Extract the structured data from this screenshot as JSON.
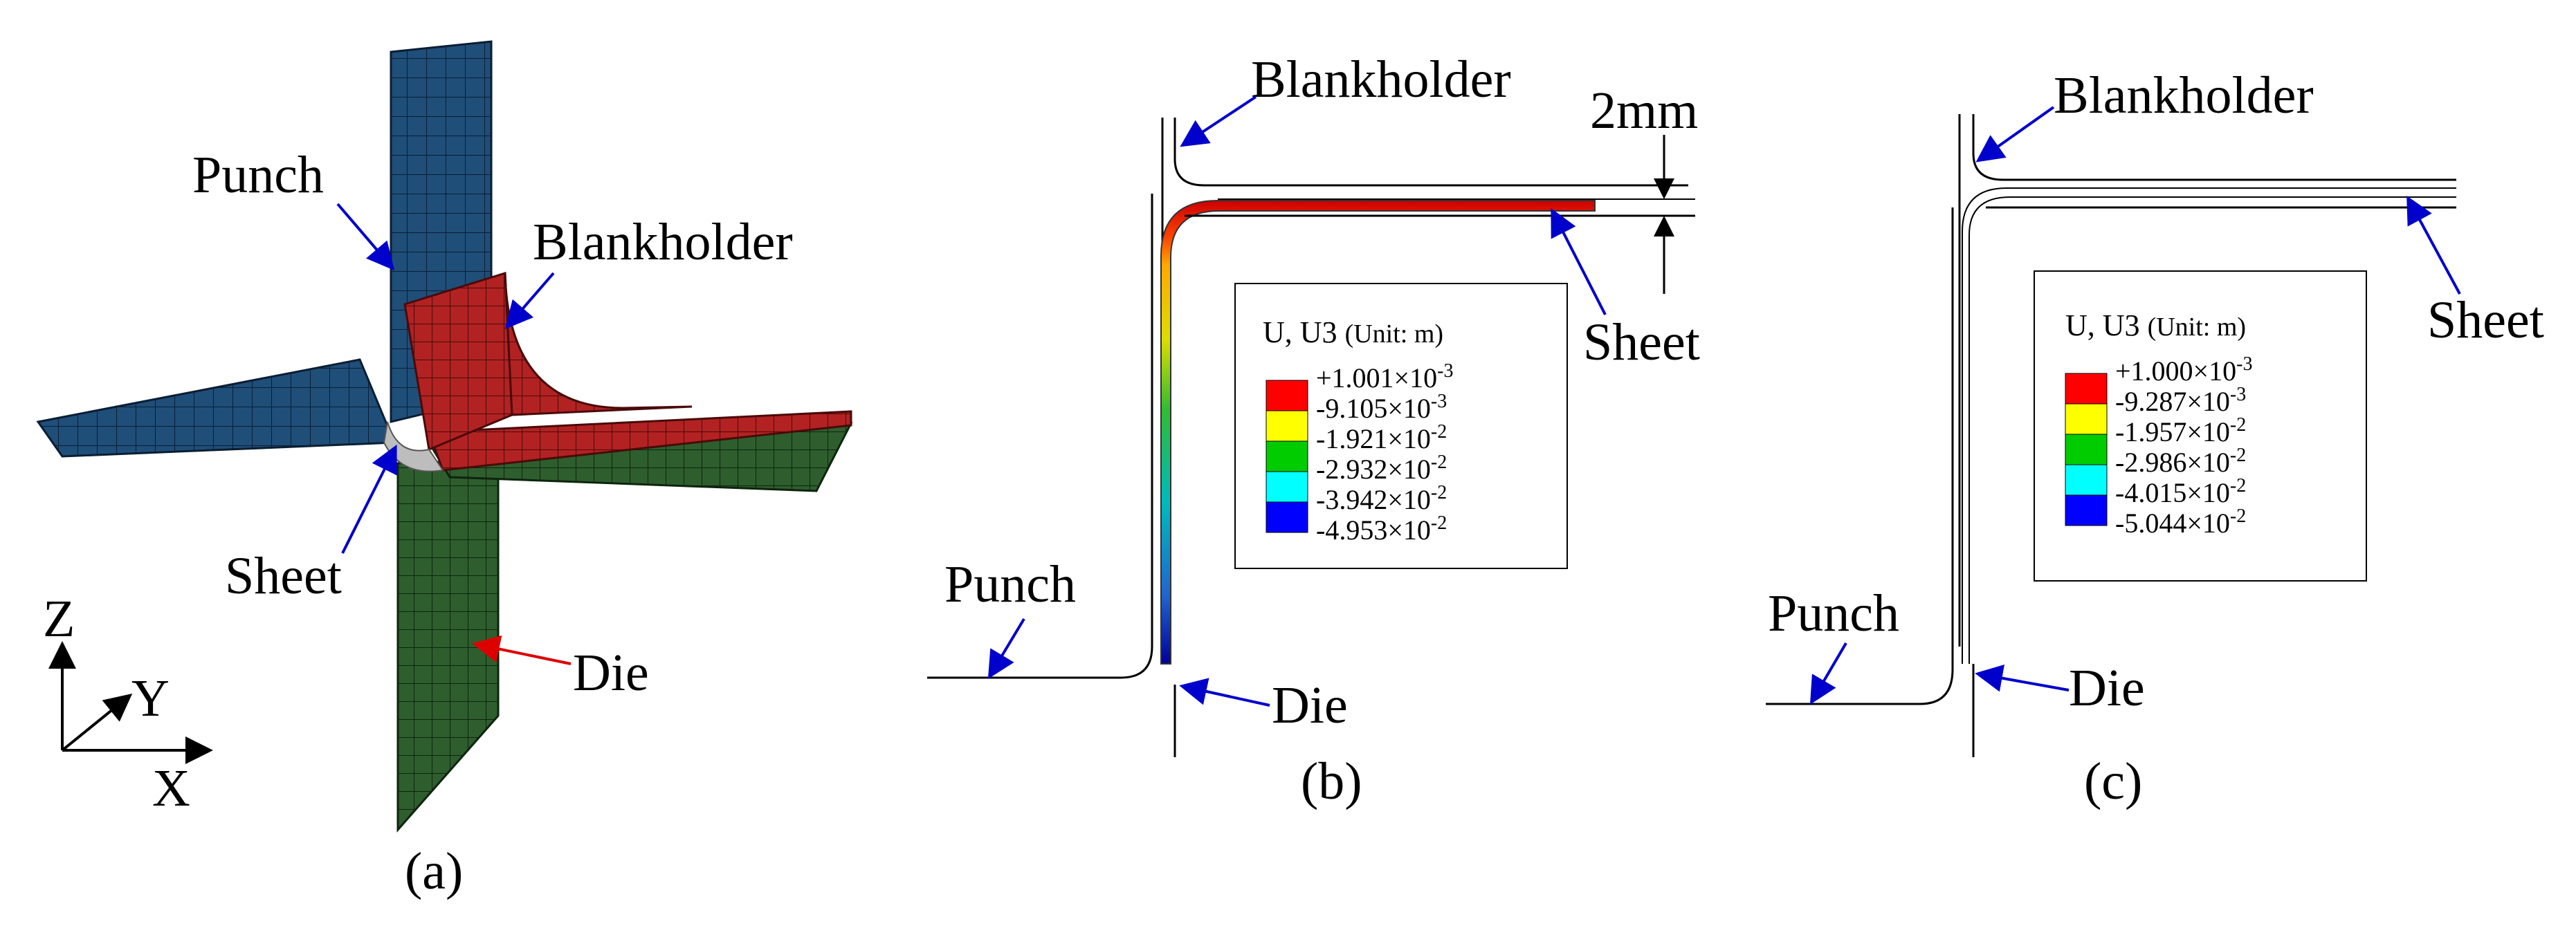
{
  "panels": [
    {
      "caption": "(a)",
      "labels": {
        "punch": "Punch",
        "blankholder": "Blankholder",
        "sheet": "Sheet",
        "die": "Die"
      },
      "axes": {
        "z": "Z",
        "y": "Y",
        "x": "X"
      },
      "colors": {
        "punch": "#1f4e79",
        "blankholder": "#b22222",
        "die": "#2e5e2e",
        "sheet": "#bdbdbd",
        "label_arrow": "#0000cc",
        "die_arrow": "#dd0000"
      }
    },
    {
      "caption": "(b)",
      "labels": {
        "blankholder": "Blankholder",
        "thickness": "2mm",
        "sheet": "Sheet",
        "punch": "Punch",
        "die": "Die"
      },
      "legend": {
        "title": "U, U3",
        "unit": "(Unit: m)",
        "entries": [
          {
            "mantissa": "+1.001",
            "exponent": "-3",
            "color": "#ff0000"
          },
          {
            "mantissa": "-9.105",
            "exponent": "-3",
            "color": "#ffff00"
          },
          {
            "mantissa": "-1.921",
            "exponent": "-2",
            "color": "#00cc00"
          },
          {
            "mantissa": "-2.932",
            "exponent": "-2",
            "color": "#00ffff"
          },
          {
            "mantissa": "-3.942",
            "exponent": "-2",
            "color": "#0000ff"
          },
          {
            "mantissa": "-4.953",
            "exponent": "-2",
            "color": ""
          }
        ]
      }
    },
    {
      "caption": "(c)",
      "labels": {
        "blankholder": "Blankholder",
        "sheet": "Sheet",
        "punch": "Punch",
        "die": "Die"
      },
      "legend": {
        "title": "U, U3",
        "unit": "(Unit: m)",
        "entries": [
          {
            "mantissa": "+1.000",
            "exponent": "-3",
            "color": "#ff0000"
          },
          {
            "mantissa": "-9.287",
            "exponent": "-3",
            "color": "#ffff00"
          },
          {
            "mantissa": "-1.957",
            "exponent": "-2",
            "color": "#00cc00"
          },
          {
            "mantissa": "-2.986",
            "exponent": "-2",
            "color": "#00ffff"
          },
          {
            "mantissa": "-4.015",
            "exponent": "-2",
            "color": "#0000ff"
          },
          {
            "mantissa": "-5.044",
            "exponent": "-2",
            "color": ""
          }
        ]
      }
    }
  ]
}
